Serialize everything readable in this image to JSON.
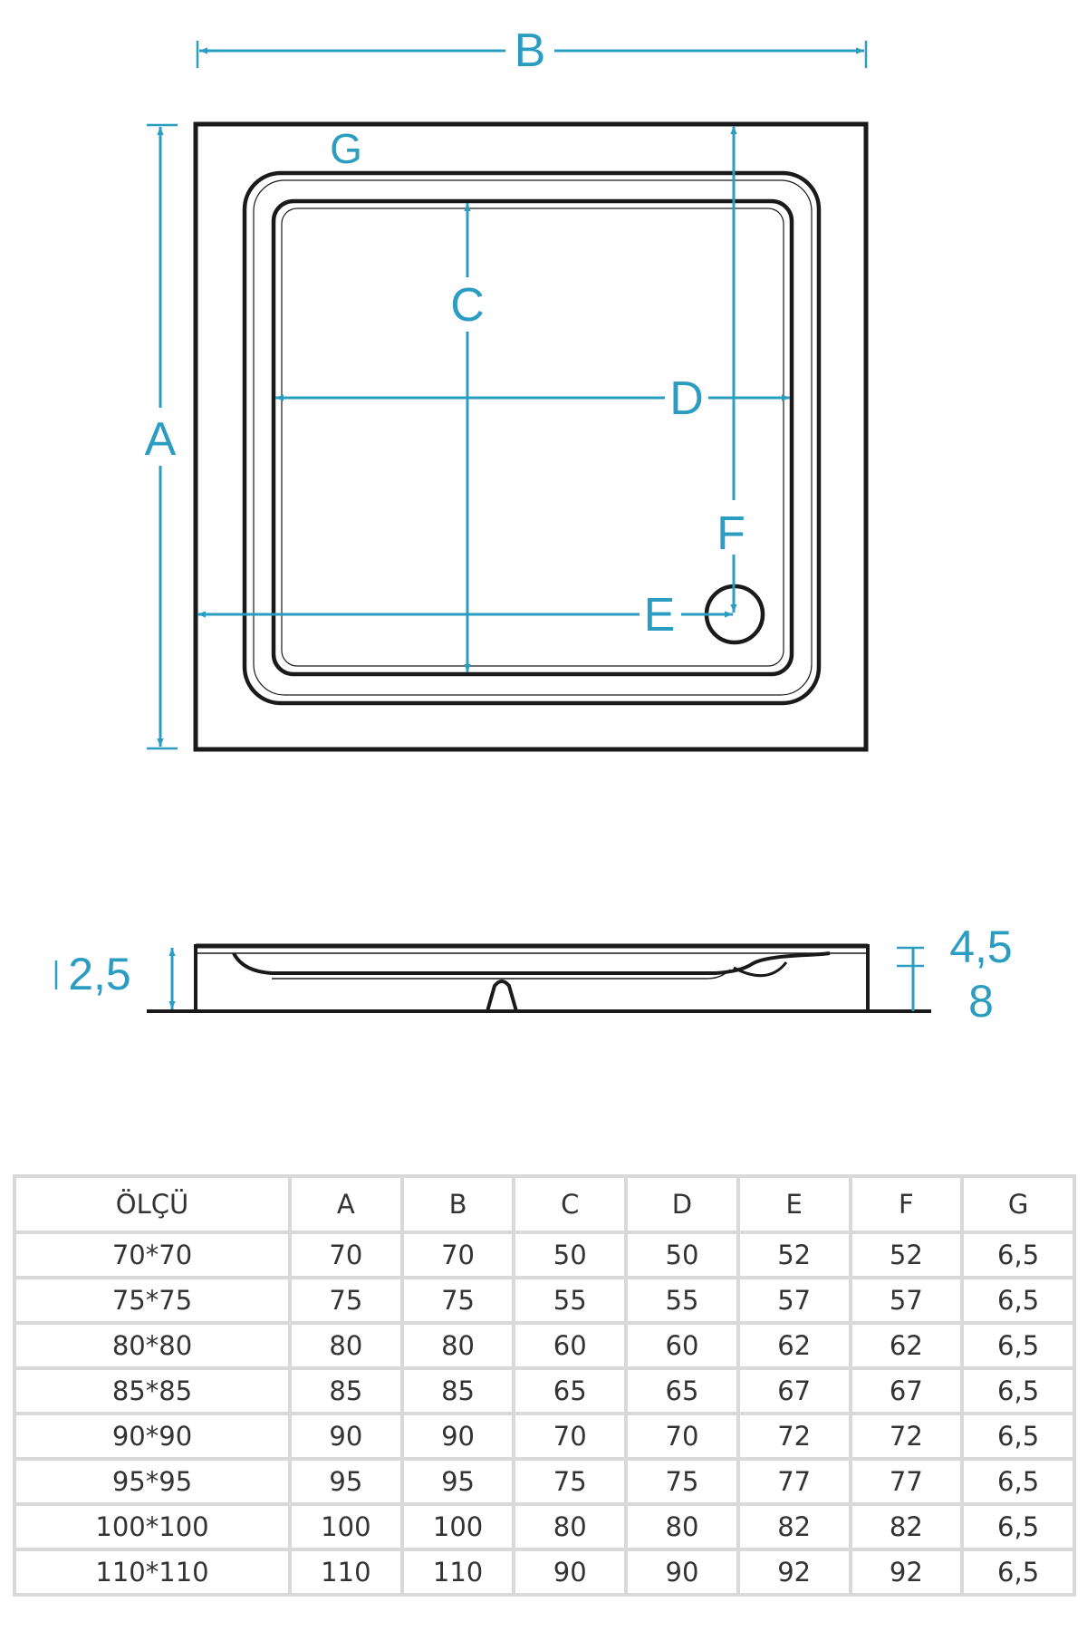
{
  "colors": {
    "dimension": "#2a9dc0",
    "outline": "#1a1a1a",
    "table_border": "#d9d9d9",
    "table_text": "#333333"
  },
  "top_view": {
    "labels": {
      "a": "A",
      "b": "B",
      "c": "C",
      "d": "D",
      "e": "E",
      "f": "F",
      "g": "G"
    }
  },
  "side_view": {
    "left_height": "2,5",
    "right_height_top": "4,5",
    "right_height_bottom": "8"
  },
  "table": {
    "headers": [
      "ÖLÇÜ",
      "A",
      "B",
      "C",
      "D",
      "E",
      "F",
      "G"
    ],
    "rows": [
      [
        "70*70",
        "70",
        "70",
        "50",
        "50",
        "52",
        "52",
        "6,5"
      ],
      [
        "75*75",
        "75",
        "75",
        "55",
        "55",
        "57",
        "57",
        "6,5"
      ],
      [
        "80*80",
        "80",
        "80",
        "60",
        "60",
        "62",
        "62",
        "6,5"
      ],
      [
        "85*85",
        "85",
        "85",
        "65",
        "65",
        "67",
        "67",
        "6,5"
      ],
      [
        "90*90",
        "90",
        "90",
        "70",
        "70",
        "72",
        "72",
        "6,5"
      ],
      [
        "95*95",
        "95",
        "95",
        "75",
        "75",
        "77",
        "77",
        "6,5"
      ],
      [
        "100*100",
        "100",
        "100",
        "80",
        "80",
        "82",
        "82",
        "6,5"
      ],
      [
        "110*110",
        "110",
        "110",
        "90",
        "90",
        "92",
        "92",
        "6,5"
      ]
    ]
  }
}
